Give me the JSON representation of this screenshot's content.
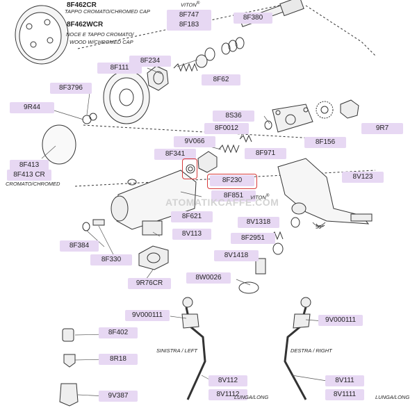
{
  "colors": {
    "label_bg": "#e7d8f3",
    "label_text": "#222222",
    "highlight": "#d83a3a",
    "line": "#333333"
  },
  "parts": [
    {
      "id": "p-8f462cr",
      "code": "8F462CR",
      "style": "plain"
    },
    {
      "id": "p-8f747",
      "code": "8F747"
    },
    {
      "id": "p-8f380",
      "code": "8F380"
    },
    {
      "id": "p-8f462wcr",
      "code": "8F462WCR",
      "style": "plain"
    },
    {
      "id": "p-8f183",
      "code": "8F183"
    },
    {
      "id": "p-8f234",
      "code": "8F234"
    },
    {
      "id": "p-8f111",
      "code": "8F111"
    },
    {
      "id": "p-8f62",
      "code": "8F62"
    },
    {
      "id": "p-8f3796",
      "code": "8F3796"
    },
    {
      "id": "p-9r44",
      "code": "9R44"
    },
    {
      "id": "p-8s36",
      "code": "8S36"
    },
    {
      "id": "p-8f0012",
      "code": "8F0012"
    },
    {
      "id": "p-9r7",
      "code": "9R7"
    },
    {
      "id": "p-9v066",
      "code": "9V066"
    },
    {
      "id": "p-8f156",
      "code": "8F156"
    },
    {
      "id": "p-8f341",
      "code": "8F341"
    },
    {
      "id": "p-8f971",
      "code": "8F971"
    },
    {
      "id": "p-8f413",
      "code": "8F413"
    },
    {
      "id": "p-8f413cr",
      "code": "8F413 CR"
    },
    {
      "id": "p-8f230",
      "code": "8F230"
    },
    {
      "id": "p-8v123",
      "code": "8V123"
    },
    {
      "id": "p-8f851",
      "code": "8F851"
    },
    {
      "id": "p-8f621",
      "code": "8F621"
    },
    {
      "id": "p-8v1318",
      "code": "8V1318"
    },
    {
      "id": "p-8v113",
      "code": "8V113"
    },
    {
      "id": "p-8f2951",
      "code": "8F2951"
    },
    {
      "id": "p-8f384",
      "code": "8F384"
    },
    {
      "id": "p-8v1418",
      "code": "8V1418"
    },
    {
      "id": "p-8f330",
      "code": "8F330"
    },
    {
      "id": "p-9r76cr",
      "code": "9R76CR"
    },
    {
      "id": "p-8w0026",
      "code": "8W0026"
    },
    {
      "id": "p-9v000111-l",
      "code": "9V000111"
    },
    {
      "id": "p-9v000111-r",
      "code": "9V000111"
    },
    {
      "id": "p-8f402",
      "code": "8F402"
    },
    {
      "id": "p-8r18",
      "code": "8R18"
    },
    {
      "id": "p-8v112",
      "code": "8V112"
    },
    {
      "id": "p-8v111",
      "code": "8V111"
    },
    {
      "id": "p-9v387",
      "code": "9V387"
    },
    {
      "id": "p-8v1112",
      "code": "8V1112"
    },
    {
      "id": "p-8v1111",
      "code": "8V1111"
    }
  ],
  "notes": {
    "tappo": "TAPPO CROMATO/CHROMED CAP",
    "viton_top": "VITON",
    "noce1": "NOCE E TAPPO CROMATO/",
    "noce2": "WOOD W/CHROMED CAP",
    "cromato": "CROMATO/CHROMED",
    "viton_mid": "VITON",
    "angle": "90°",
    "sinistra": "SINISTRA / LEFT",
    "destra": "DESTRA / RIGHT",
    "lunga_l": "LUNGA/LONG",
    "lunga_r": "LUNGA/LONG",
    "reg": "®"
  },
  "watermark": "ATOMATIKCAFFE.COM"
}
